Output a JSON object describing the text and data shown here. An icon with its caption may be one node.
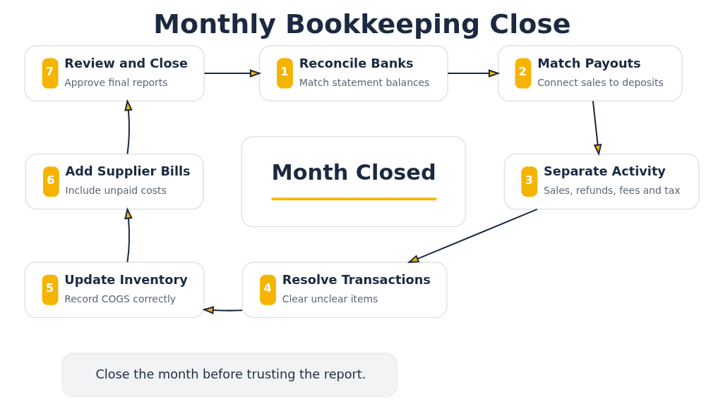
{
  "diagram": {
    "title": "Monthly Bookkeeping Close",
    "nodes": [
      {
        "text": [
          "1",
          "Reconcile Banks",
          "Match statement balances"
        ]
      },
      {
        "text": [
          "2",
          "Match Payouts",
          "Connect sales to deposits"
        ]
      },
      {
        "text": [
          "3",
          "Separate Activity",
          "Sales, refunds, fees and tax"
        ]
      },
      {
        "text": [
          "4",
          "Resolve Transactions",
          "Clear unclear items"
        ]
      },
      {
        "text": [
          "5",
          "Update Inventory",
          "Record COGS correctly"
        ]
      },
      {
        "text": [
          "6",
          "Add Supplier Bills",
          "Include unpaid costs"
        ]
      },
      {
        "text": [
          "7",
          "Review and Close",
          "Approve final reports"
        ]
      },
      {
        "text": [
          "Month Closed"
        ]
      },
      {
        "text": [
          "Close the month before trusting the report."
        ]
      }
    ],
    "edges": [
      {
        "from": 0,
        "to": 1,
        "arrow": "to"
      },
      {
        "from": 1,
        "to": 2,
        "arrow": "to"
      },
      {
        "from": 2,
        "to": 3,
        "arrow": "to"
      },
      {
        "from": 3,
        "to": 4,
        "arrow": "to"
      },
      {
        "from": 4,
        "to": 5,
        "arrow": "to"
      },
      {
        "from": 5,
        "to": 6,
        "arrow": "to"
      },
      {
        "from": 6,
        "to": 0,
        "arrow": "to"
      }
    ]
  }
}
